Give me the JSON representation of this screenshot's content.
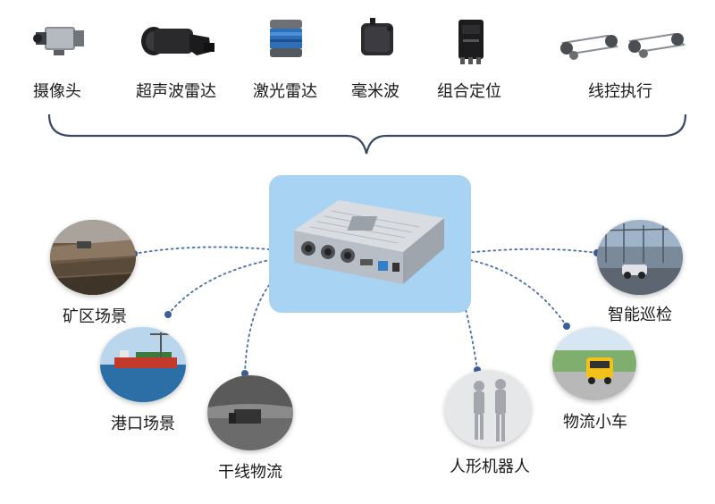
{
  "sensors": [
    {
      "label": "摄像头",
      "icon": "camera-icon"
    },
    {
      "label": "超声波雷达",
      "icon": "ultrasonic-radar-icon"
    },
    {
      "label": "激光雷达",
      "icon": "lidar-icon"
    },
    {
      "label": "毫米波",
      "icon": "mmwave-radar-icon"
    },
    {
      "label": "组合定位",
      "icon": "gnss-ins-icon"
    },
    {
      "label": "线控执行",
      "icon": "drive-by-wire-chassis-icon"
    }
  ],
  "center": {
    "icon": "domain-controller-icon"
  },
  "scenes": [
    {
      "label": "矿区场景",
      "image": "mining-scene"
    },
    {
      "label": "港口场景",
      "image": "port-scene"
    },
    {
      "label": "干线物流",
      "image": "trunk-logistics-scene"
    },
    {
      "label": "人形机器人",
      "image": "humanoid-robot-scene"
    },
    {
      "label": "物流小车",
      "image": "logistics-vehicle-scene"
    },
    {
      "label": "智能巡检",
      "image": "smart-inspection-scene"
    }
  ],
  "colors": {
    "brace": "#3a4a66",
    "connector": "#4a6fa8",
    "center_box": "#a9d3f3"
  }
}
